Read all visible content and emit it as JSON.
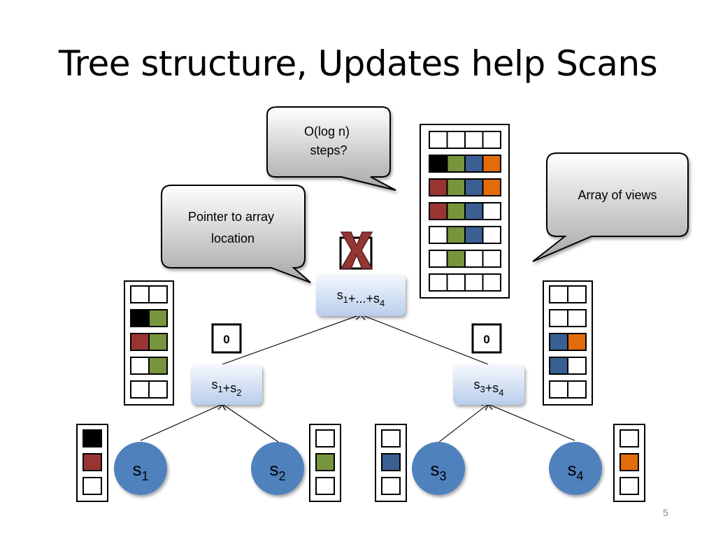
{
  "slide": {
    "title": "Tree structure, Updates help Scans",
    "number": "5"
  },
  "colors": {
    "black": "#000000",
    "red": "#9a3433",
    "green": "#77953d",
    "blue": "#3a5f92",
    "orange": "#e36c0a",
    "empty": "#ffffff",
    "node_blue": "#4f81bd",
    "tree_node_top": "#f5f8fc",
    "tree_node_bottom": "#b8cdec",
    "callout_top": "#ffffff",
    "callout_bottom": "#a6a6a6",
    "x_mark": "#943634"
  },
  "callouts": [
    {
      "id": "steps",
      "lines": [
        "O(log n)",
        "steps?"
      ]
    },
    {
      "id": "pointer",
      "lines": [
        "Pointer to array",
        "location"
      ]
    },
    {
      "id": "views",
      "lines": [
        "Array of views"
      ]
    }
  ],
  "tree_nodes": [
    {
      "id": "root",
      "label": {
        "parts": [
          [
            "s",
            "1"
          ],
          [
            "+...+",
            ""
          ],
          [
            "s",
            "4"
          ]
        ]
      }
    },
    {
      "id": "left",
      "label": {
        "parts": [
          [
            "s",
            "1"
          ],
          [
            "+",
            ""
          ],
          [
            "s",
            "2"
          ]
        ]
      }
    },
    {
      "id": "right",
      "label": {
        "parts": [
          [
            "s",
            "3"
          ],
          [
            "+",
            ""
          ],
          [
            "s",
            "4"
          ]
        ]
      }
    }
  ],
  "counters": [
    {
      "id": "left-counter",
      "text": "0"
    },
    {
      "id": "right-counter",
      "text": "0"
    },
    {
      "id": "root-counter",
      "text": ""
    }
  ],
  "processes": [
    {
      "id": "s1",
      "name": "s",
      "sub": "1"
    },
    {
      "id": "s2",
      "name": "s",
      "sub": "2"
    },
    {
      "id": "s3",
      "name": "s",
      "sub": "3"
    },
    {
      "id": "s4",
      "name": "s",
      "sub": "4"
    }
  ],
  "arrays": {
    "root_views": [
      [
        "empty",
        "empty",
        "empty",
        "empty"
      ],
      [
        "black",
        "green",
        "blue",
        "orange"
      ],
      [
        "red",
        "green",
        "blue",
        "orange"
      ],
      [
        "red",
        "green",
        "blue",
        "empty"
      ],
      [
        "empty",
        "green",
        "blue",
        "empty"
      ],
      [
        "empty",
        "green",
        "empty",
        "empty"
      ],
      [
        "empty",
        "empty",
        "empty",
        "empty"
      ]
    ],
    "left_views": [
      [
        "empty",
        "empty"
      ],
      [
        "black",
        "green"
      ],
      [
        "red",
        "green"
      ],
      [
        "empty",
        "green"
      ],
      [
        "empty",
        "empty"
      ]
    ],
    "right_views": [
      [
        "empty",
        "empty"
      ],
      [
        "empty",
        "empty"
      ],
      [
        "blue",
        "orange"
      ],
      [
        "blue",
        "empty"
      ],
      [
        "empty",
        "empty"
      ]
    ],
    "s1_updates": [
      "black",
      "red",
      "empty"
    ],
    "s2_updates": [
      "empty",
      "green",
      "empty"
    ],
    "s3_updates": [
      "empty",
      "blue",
      "empty"
    ],
    "s4_updates": [
      "empty",
      "orange",
      "empty"
    ]
  }
}
